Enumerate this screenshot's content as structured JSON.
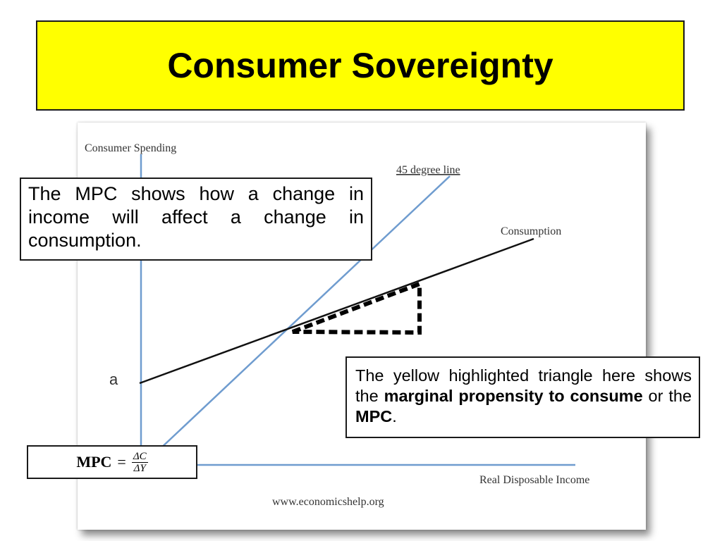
{
  "title": "Consumer Sovereignty",
  "diagram": {
    "y_axis_label": "Consumer Spending",
    "x_axis_label": "Real Disposable Income",
    "line_45_label": "45 degree line",
    "consumption_label": "Consumption",
    "intercept_label": "a",
    "source": "www.economicshelp.org",
    "colors": {
      "axis": "#6f9ccf",
      "consumption": "#111111",
      "triangle": "#000000"
    }
  },
  "callouts": {
    "mpc_definition": "The MPC shows how a change in income will affect a change in consumption.",
    "triangle_note": {
      "part1": "The yellow highlighted triangle here shows the ",
      "bold1": "marginal propensity to consume",
      "part2": " or the ",
      "bold2": "MPC",
      "part3": "."
    }
  },
  "formula": {
    "lhs": "MPC",
    "eq": "=",
    "numerator": "ΔC",
    "denominator": "ΔY"
  }
}
